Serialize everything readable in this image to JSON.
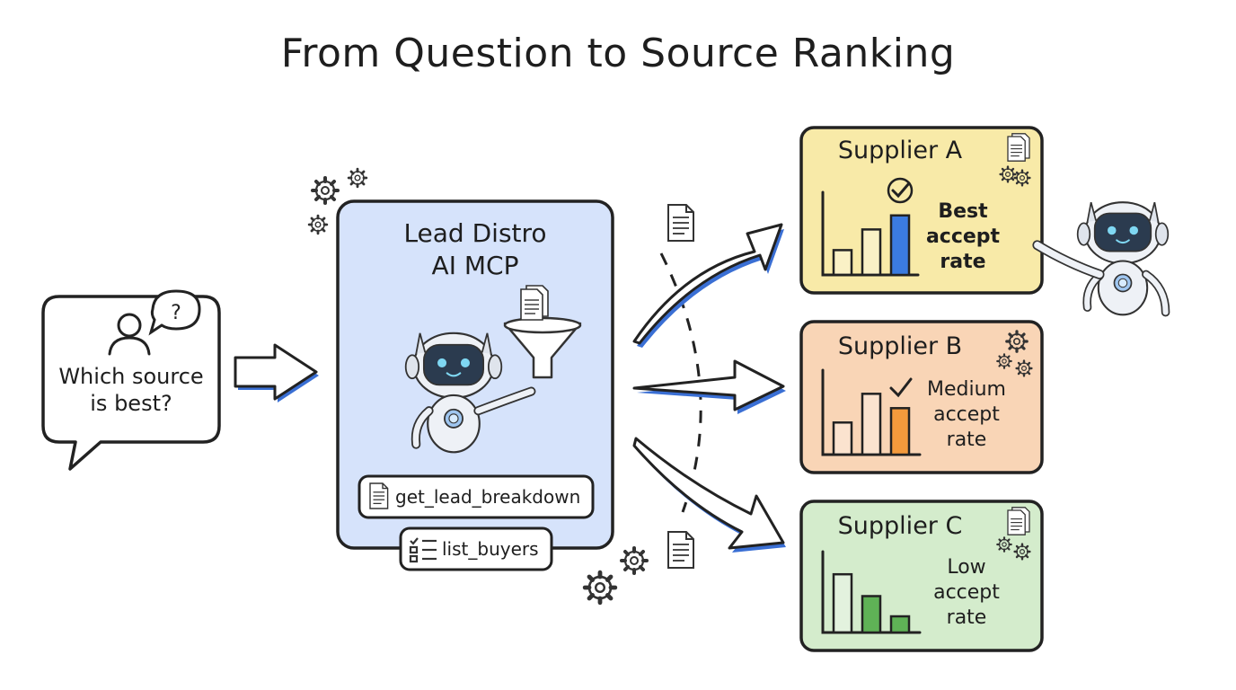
{
  "title": "From Question to Source Ranking",
  "question": {
    "line1": "Which source",
    "line2": "is best?"
  },
  "hub": {
    "line1": "Lead Distro",
    "line2": "AI MCP",
    "tools": [
      "get_lead_breakdown",
      "list_buyers"
    ]
  },
  "suppliers": [
    {
      "name": "Supplier A",
      "rate_lines": [
        "Best",
        "accept",
        "rate"
      ],
      "color": "#f8eaa8",
      "bar_color": "#3b7be0",
      "bars": [
        0.3,
        0.55,
        0.72
      ]
    },
    {
      "name": "Supplier B",
      "rate_lines": [
        "Medium",
        "accept",
        "rate"
      ],
      "color": "#f9d5b6",
      "bar_color": "#f39a3c",
      "bars": [
        0.38,
        0.72,
        0.55
      ]
    },
    {
      "name": "Supplier C",
      "rate_lines": [
        "Low",
        "accept",
        "rate"
      ],
      "color": "#d4eccc",
      "bar_color": "#5fb256",
      "bars": [
        0.72,
        0.45,
        0.2
      ]
    }
  ],
  "colors": {
    "hub_fill": "#d6e3fb",
    "arrow_fill": "#ffffff",
    "arrow_accent": "#3a6fd4",
    "outline": "#2a2a2a"
  },
  "icons": [
    "gear-icon",
    "question-mark-icon",
    "person-icon",
    "document-icon",
    "funnel-icon",
    "checkmark-icon",
    "robot-icon",
    "checklist-icon"
  ]
}
